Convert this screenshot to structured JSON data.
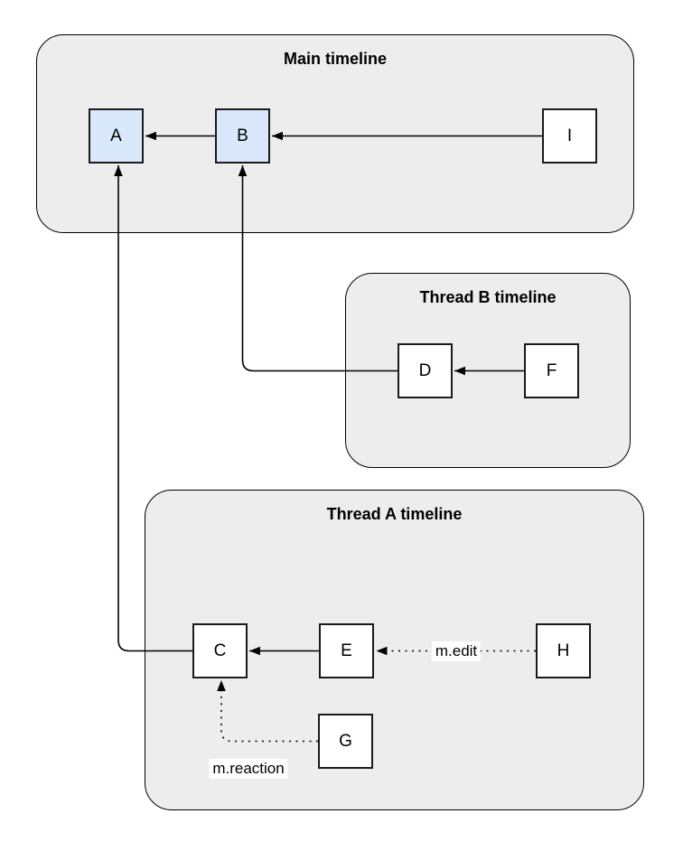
{
  "page": {
    "background": "#ffffff"
  },
  "colors": {
    "container_fill": "#ededed",
    "container_stroke": "#000000",
    "node_fill": "#ffffff",
    "node_fill_highlight": "#dae8fc",
    "node_stroke": "#1a1a1a",
    "edge_color": "#000000",
    "text_color": "#000000",
    "label_background": "#ffffff"
  },
  "containers": {
    "main": {
      "title": "Main timeline"
    },
    "thread_b": {
      "title": "Thread B timeline"
    },
    "thread_a": {
      "title": "Thread A timeline"
    }
  },
  "nodes": {
    "a": {
      "label": "A",
      "highlighted": true,
      "container": "Main timeline"
    },
    "b": {
      "label": "B",
      "highlighted": true,
      "container": "Main timeline"
    },
    "i": {
      "label": "I",
      "highlighted": false,
      "container": "Main timeline"
    },
    "d": {
      "label": "D",
      "highlighted": false,
      "container": "Thread B timeline"
    },
    "f": {
      "label": "F",
      "highlighted": false,
      "container": "Thread B timeline"
    },
    "c": {
      "label": "C",
      "highlighted": false,
      "container": "Thread A timeline"
    },
    "e": {
      "label": "E",
      "highlighted": false,
      "container": "Thread A timeline"
    },
    "h": {
      "label": "H",
      "highlighted": false,
      "container": "Thread A timeline"
    },
    "g": {
      "label": "G",
      "highlighted": false,
      "container": "Thread A timeline"
    }
  },
  "edges": {
    "list": [
      {
        "from": "B",
        "to": "A",
        "style": "solid",
        "label": ""
      },
      {
        "from": "I",
        "to": "B",
        "style": "solid",
        "label": ""
      },
      {
        "from": "F",
        "to": "D",
        "style": "solid",
        "label": ""
      },
      {
        "from": "D",
        "to": "B",
        "style": "solid",
        "label": ""
      },
      {
        "from": "E",
        "to": "C",
        "style": "solid",
        "label": ""
      },
      {
        "from": "C",
        "to": "A",
        "style": "solid",
        "label": ""
      },
      {
        "from": "H",
        "to": "E",
        "style": "dotted",
        "label": "m.edit"
      },
      {
        "from": "G",
        "to": "C",
        "style": "dotted",
        "label": "m.reaction"
      }
    ],
    "edit_label": "m.edit",
    "reaction_label": "m.reaction"
  }
}
